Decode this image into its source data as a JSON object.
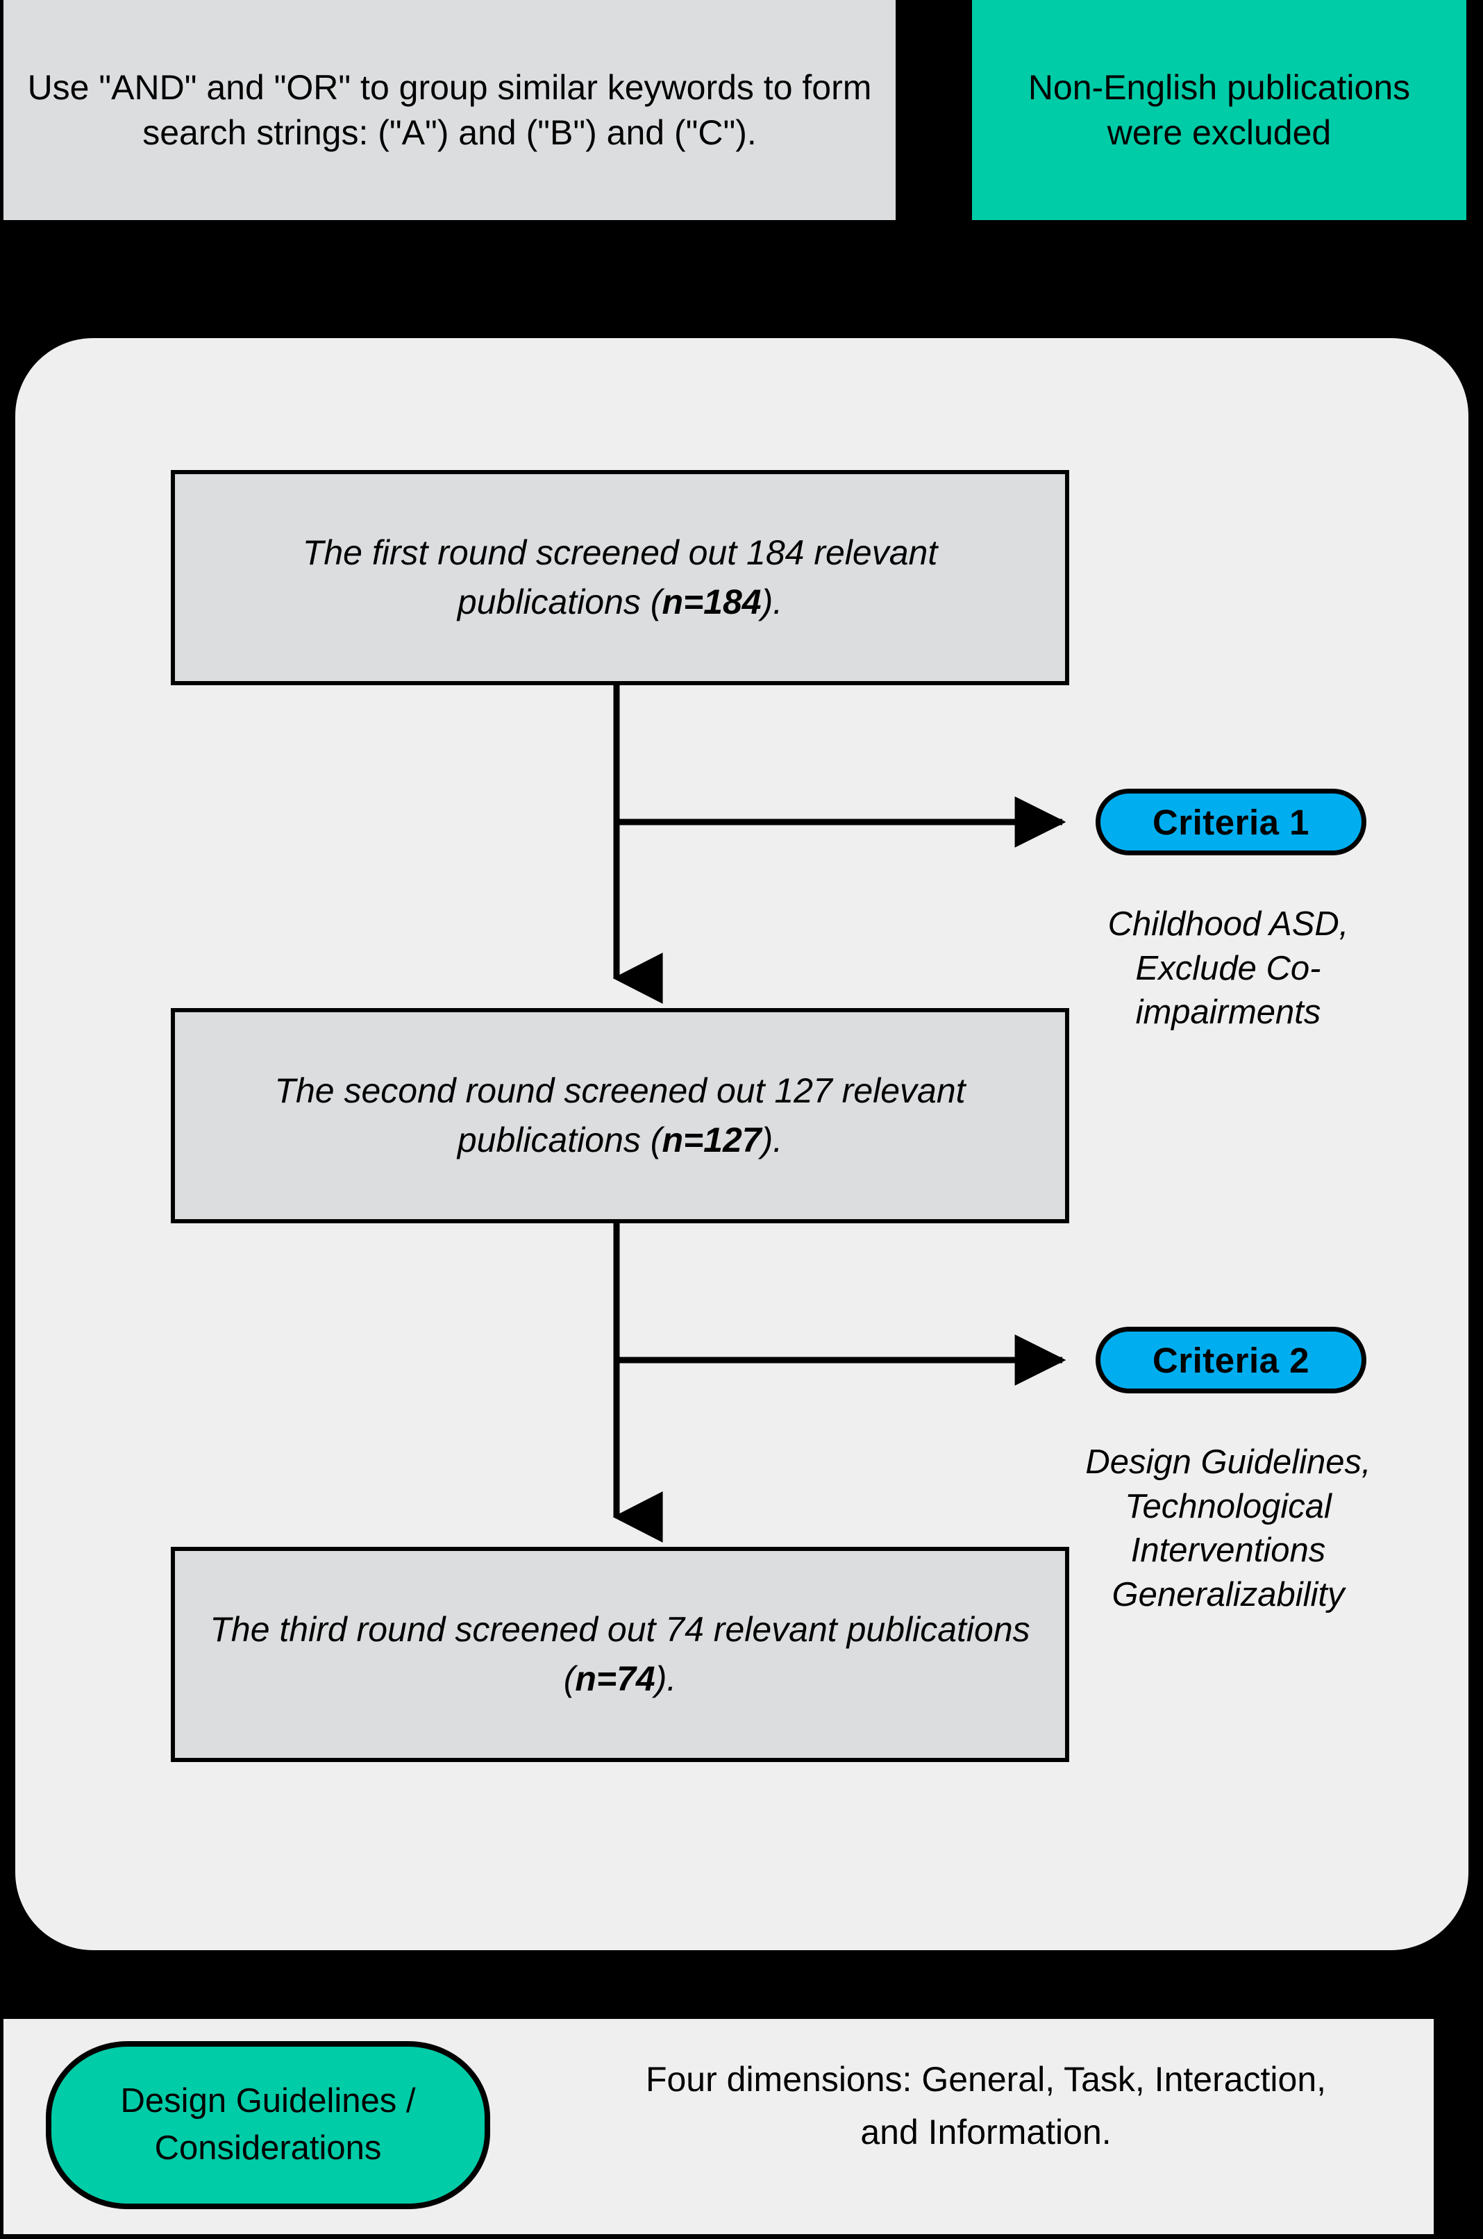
{
  "top_notes": {
    "search_strategy": "Use \"AND\" and \"OR\" to group similar keywords to form search strings: (\"A\") and (\"B\") and (\"C\").",
    "exclusion": "Non-English publications were excluded"
  },
  "screening": {
    "rounds": [
      {
        "id": "round-1",
        "text_before": "The first round screened out 184 relevant publications (",
        "count_label": "n=184",
        "text_after": ")."
      },
      {
        "id": "round-2",
        "text_before": "The second round screened out 127 relevant publications (",
        "count_label": "n=127",
        "text_after": ")."
      },
      {
        "id": "round-3",
        "text_before": "The third round screened out 74 relevant publications (",
        "count_label": "n=74",
        "text_after": ")."
      }
    ],
    "criteria": [
      {
        "id": "criteria-1",
        "label": "Criteria 1",
        "description": "Childhood ASD, Exclude Co-impairments"
      },
      {
        "id": "criteria-2",
        "label": "Criteria 2",
        "description": "Design Guidelines, Technological Interventions Generalizability"
      }
    ]
  },
  "outcome": {
    "pill_label": "Design Guidelines / Considerations",
    "result_text": "Four dimensions: General, Task, Interaction, and Information."
  },
  "colors": {
    "canvas": "#000000",
    "panel_gray": "#EFEFEF",
    "box_gray": "#DCDDDE",
    "accent_green": "#00CCA7",
    "accent_blue": "#00AEF0",
    "stroke": "#000000"
  }
}
